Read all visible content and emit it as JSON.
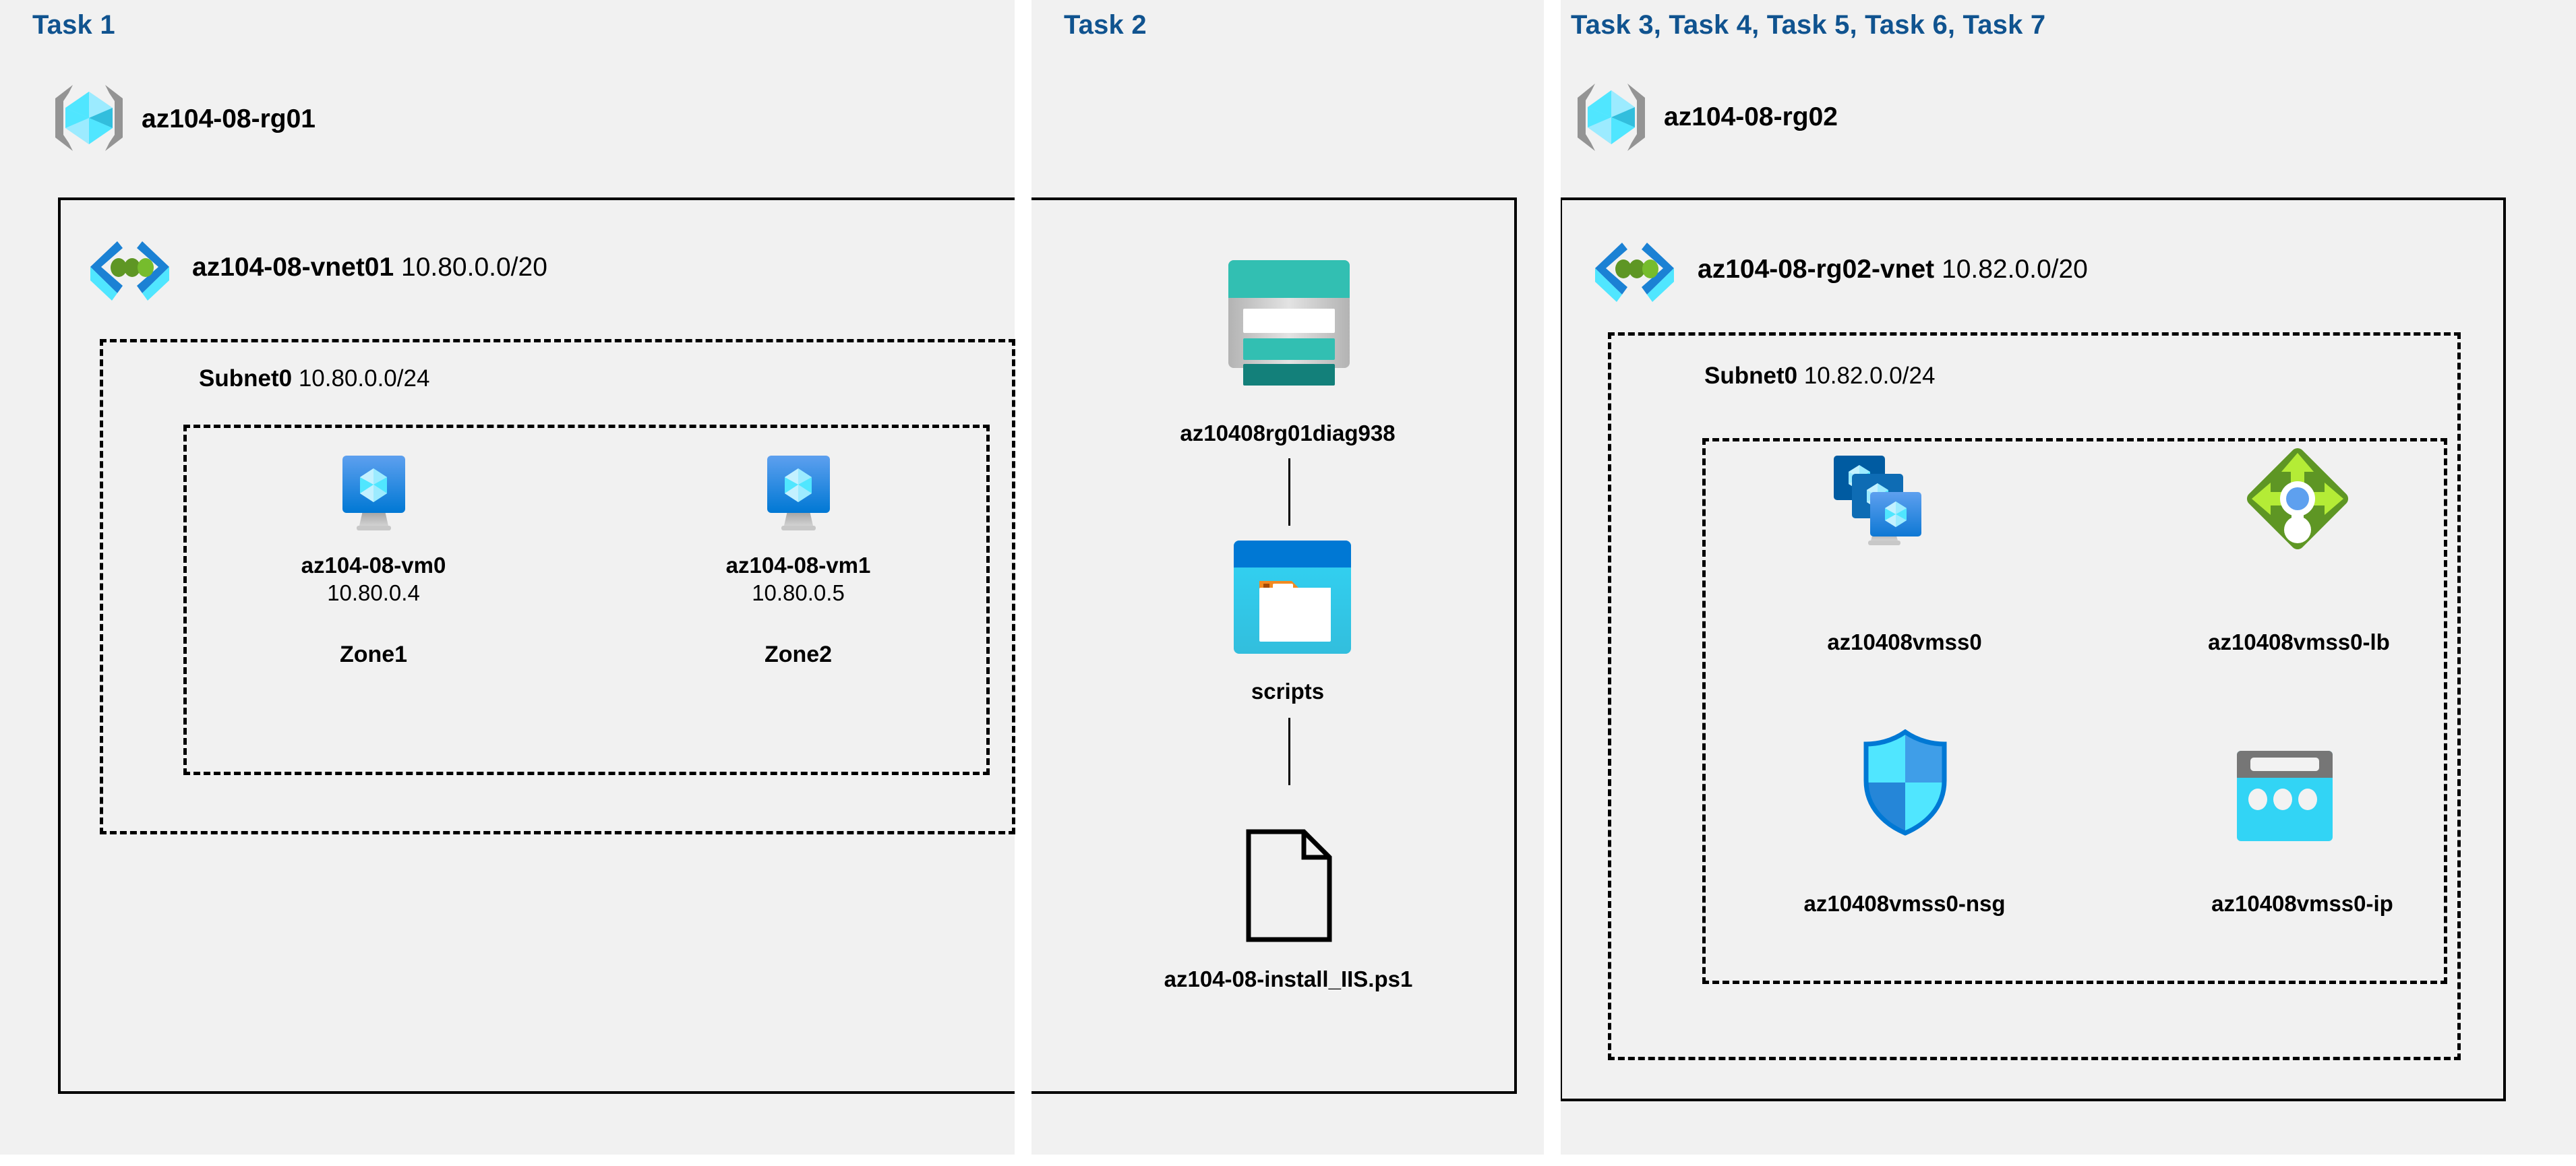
{
  "panels": [
    {
      "id": "task1",
      "label": "Task 1"
    },
    {
      "id": "task2",
      "label": "Task 2"
    },
    {
      "id": "task3",
      "label": "Task 3, Task 4, Task 5, Task 6, Task 7"
    }
  ],
  "colors": {
    "task_label": "#10538f",
    "panel_bg": "#f1f1f1",
    "page_bg": "#ffffff",
    "border": "#000000",
    "vnet_icon_dark_blue": "#1b81d4",
    "vnet_icon_cyan": "#32d4f5",
    "vnet_icon_green": "#5e9624",
    "rg_icon_gray": "#949494",
    "rg_icon_cyan": "#32d4f5",
    "vm_icon_blue": "#0078d4",
    "storage_icon_teal": "#32bfb2",
    "container_icon_blue": "#0078d4",
    "container_icon_cyan": "#32d4f5",
    "container_icon_orange": "#f28a21",
    "lb_icon_green": "#5e9624",
    "lb_icon_lightgreen": "#b4ec36",
    "lb_icon_blue": "#5ea0ef",
    "nsg_icon_cyan": "#32d4f5",
    "nsg_icon_blue": "#2586d8",
    "pip_icon_gray": "#767676",
    "pip_icon_cyan": "#32d4f5"
  },
  "left": {
    "resource_group": {
      "name": "az104-08-rg01",
      "icon": "resource-group-icon"
    },
    "vnet": {
      "name": "az104-08-vnet01",
      "cidr": "10.80.0.0/20",
      "icon": "virtual-network-icon"
    },
    "subnet": {
      "name": "Subnet0",
      "cidr": "10.80.0.0/24"
    },
    "vms": [
      {
        "name": "az104-08-vm0",
        "ip": "10.80.0.4",
        "zone": "Zone1",
        "icon": "virtual-machine-icon"
      },
      {
        "name": "az104-08-vm1",
        "ip": "10.80.0.5",
        "zone": "Zone2",
        "icon": "virtual-machine-icon"
      }
    ]
  },
  "middle": {
    "storage_account": {
      "name": "az10408rg01diag938",
      "icon": "storage-account-icon"
    },
    "container": {
      "name": "scripts",
      "icon": "blob-container-icon"
    },
    "file": {
      "name": "az104-08-install_IIS.ps1",
      "icon": "file-icon"
    }
  },
  "right": {
    "resource_group": {
      "name": "az104-08-rg02",
      "icon": "resource-group-icon"
    },
    "vnet": {
      "name": "az104-08-rg02-vnet",
      "cidr": "10.82.0.0/20",
      "icon": "virtual-network-icon"
    },
    "subnet": {
      "name": "Subnet0",
      "cidr": "10.82.0.0/24"
    },
    "resources": [
      {
        "name": "az10408vmss0",
        "icon": "vm-scale-set-icon"
      },
      {
        "name": "az10408vmss0-lb",
        "icon": "load-balancer-icon"
      },
      {
        "name": "az10408vmss0-nsg",
        "icon": "network-security-group-icon"
      },
      {
        "name": "az10408vmss0-ip",
        "icon": "public-ip-address-icon"
      }
    ]
  }
}
